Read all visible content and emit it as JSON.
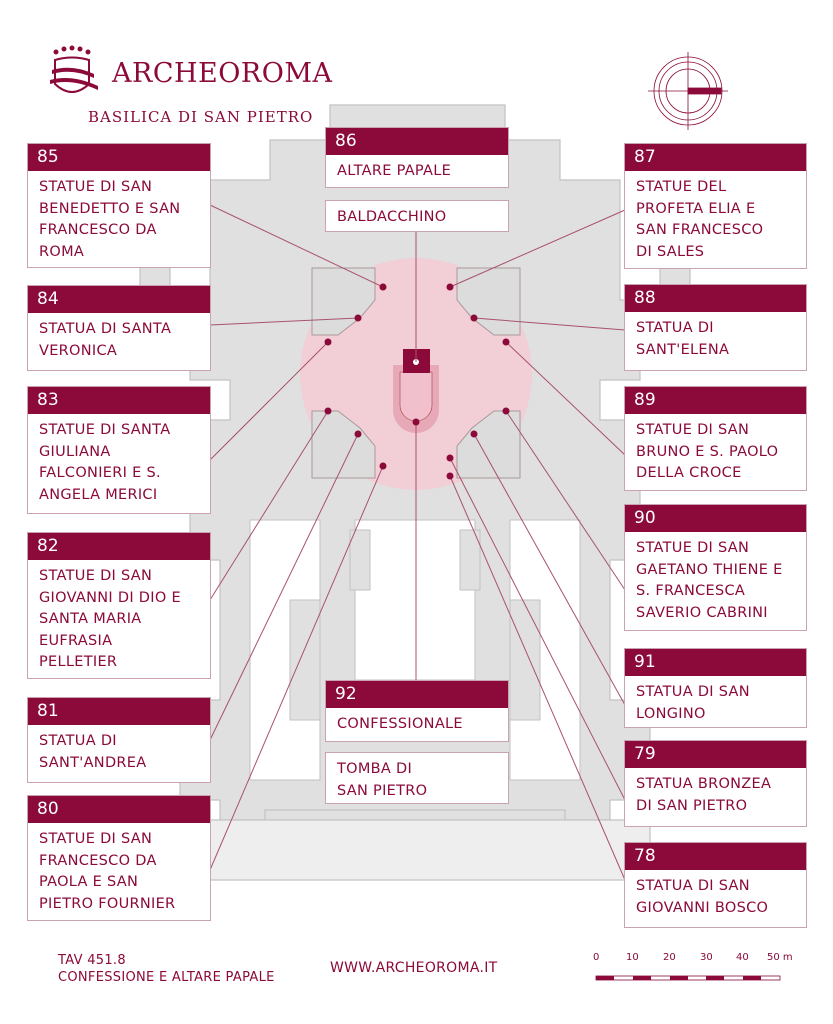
{
  "header": {
    "brand": "ARCHEOROMA",
    "subtitle": "BASILICA DI SAN PIETRO"
  },
  "labels": {
    "l85": {
      "num": "85",
      "text": "STATUE DI SAN BENEDETTO E SAN FRANCESCO DA ROMA"
    },
    "l84": {
      "num": "84",
      "text": "STATUA DI SANTA VERONICA"
    },
    "l83": {
      "num": "83",
      "text": "STATUE DI SANTA GIULIANA FALCONIERI E S. ANGELA MERICI"
    },
    "l82": {
      "num": "82",
      "text": "STATUE DI SAN GIOVANNI DI DIO E SANTA MARIA EUFRASIA PELLETIER"
    },
    "l81": {
      "num": "81",
      "text": "STATUA DI SANT'ANDREA"
    },
    "l80": {
      "num": "80",
      "text": "STATUE DI SAN FRANCESCO DA PAOLA E SAN PIETRO FOURNIER"
    },
    "l86": {
      "num": "86",
      "text": "ALTARE PAPALE",
      "sub": "BALDACCHINO"
    },
    "l87": {
      "num": "87",
      "text": "STATUE DEL PROFETA ELIA E SAN FRANCESCO DI SALES"
    },
    "l88": {
      "num": "88",
      "text": "STATUA DI SANT'ELENA"
    },
    "l89": {
      "num": "89",
      "text": "STATUE DI SAN BRUNO E S. PAOLO DELLA CROCE"
    },
    "l90": {
      "num": "90",
      "text": "STATUE DI SAN GAETANO THIENE E S. FRANCESCA SAVERIO CABRINI"
    },
    "l91": {
      "num": "91",
      "text": "STATUA DI SAN LONGINO"
    },
    "l79": {
      "num": "79",
      "text": "STATUA BRONZEA DI SAN PIETRO"
    },
    "l78": {
      "num": "78",
      "text": "STATUA DI SAN GIOVANNI BOSCO"
    },
    "l92": {
      "num": "92",
      "text": "CONFESSIONALE",
      "sub": "TOMBA DI SAN PIETRO"
    }
  },
  "footer": {
    "tav": "TAV 451.8",
    "caption": "CONFESSIONE E ALTARE PAPALE",
    "website": "WWW.ARCHEOROMA.IT",
    "scale": [
      "0",
      "10",
      "20",
      "30",
      "40",
      "50 m"
    ]
  },
  "colors": {
    "accent": "#8b0a3a",
    "highlight": "#f2ced6",
    "plan": "#dedede"
  }
}
